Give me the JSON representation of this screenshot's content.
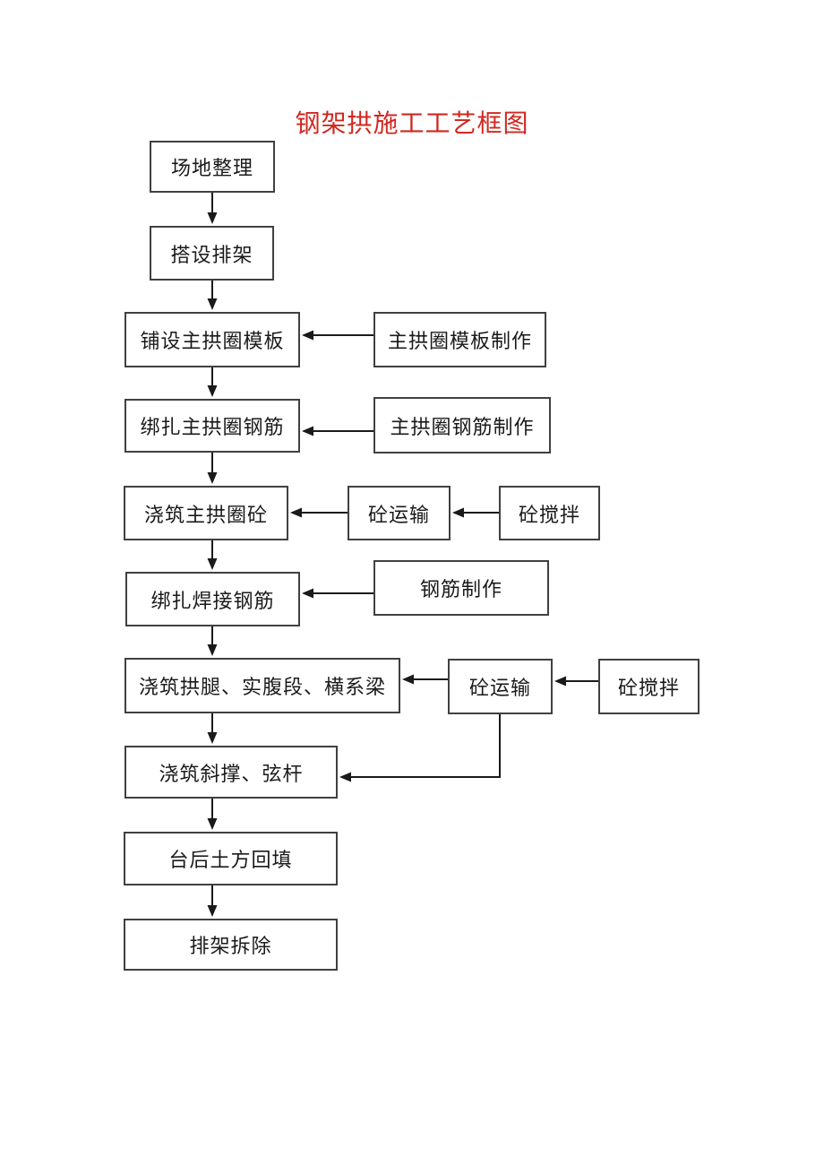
{
  "title": "钢架拱施工工艺框图",
  "colors": {
    "title": "#d02820",
    "box_border": "#404040",
    "box_text": "#1a1a1a",
    "arrow": "#1a1a1a",
    "background": "#ffffff"
  },
  "diagram": {
    "type": "flowchart",
    "nodes": {
      "site_prep": {
        "label": "场地整理"
      },
      "erect_scaffold": {
        "label": "搭设排架"
      },
      "lay_formwork": {
        "label": "铺设主拱圈模板"
      },
      "make_formwork": {
        "label": "主拱圈模板制作"
      },
      "tie_main_rebar": {
        "label": "绑扎主拱圈钢筋"
      },
      "make_main_rebar": {
        "label": "主拱圈钢筋制作"
      },
      "pour_main_arch": {
        "label": "浇筑主拱圈砼"
      },
      "transport_a": {
        "label": "砼运输"
      },
      "mix_a": {
        "label": "砼搅拌"
      },
      "tie_weld_rebar": {
        "label": "绑扎焊接钢筋"
      },
      "make_rebar": {
        "label": "钢筋制作"
      },
      "pour_legs": {
        "label": "浇筑拱腿、实腹段、横系梁"
      },
      "transport_b": {
        "label": "砼运输"
      },
      "mix_b": {
        "label": "砼搅拌"
      },
      "pour_braces": {
        "label": "浇筑斜撑、弦杆"
      },
      "backfill": {
        "label": "台后土方回填"
      },
      "remove_scaffold": {
        "label": "排架拆除"
      }
    },
    "edges": [
      {
        "from": "site_prep",
        "to": "erect_scaffold"
      },
      {
        "from": "erect_scaffold",
        "to": "lay_formwork"
      },
      {
        "from": "make_formwork",
        "to": "lay_formwork"
      },
      {
        "from": "lay_formwork",
        "to": "tie_main_rebar"
      },
      {
        "from": "make_main_rebar",
        "to": "tie_main_rebar"
      },
      {
        "from": "tie_main_rebar",
        "to": "pour_main_arch"
      },
      {
        "from": "mix_a",
        "to": "transport_a"
      },
      {
        "from": "transport_a",
        "to": "pour_main_arch"
      },
      {
        "from": "pour_main_arch",
        "to": "tie_weld_rebar"
      },
      {
        "from": "make_rebar",
        "to": "tie_weld_rebar"
      },
      {
        "from": "tie_weld_rebar",
        "to": "pour_legs"
      },
      {
        "from": "mix_b",
        "to": "transport_b"
      },
      {
        "from": "transport_b",
        "to": "pour_legs"
      },
      {
        "from": "transport_b",
        "to": "pour_braces"
      },
      {
        "from": "pour_legs",
        "to": "pour_braces"
      },
      {
        "from": "pour_braces",
        "to": "backfill"
      },
      {
        "from": "backfill",
        "to": "remove_scaffold"
      }
    ]
  }
}
